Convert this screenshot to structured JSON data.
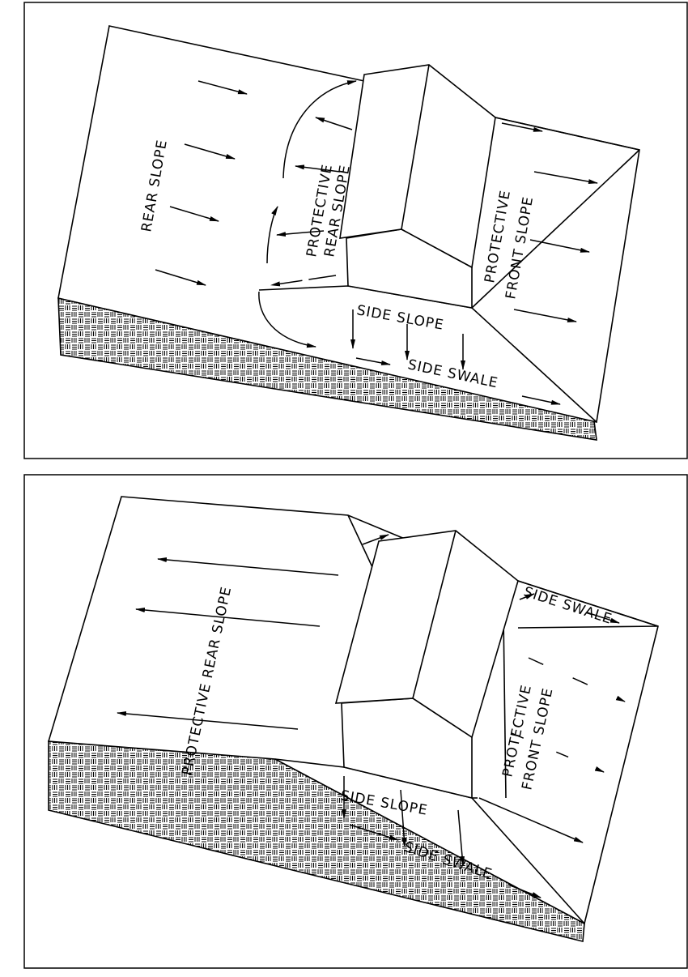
{
  "figure_top": {
    "labels": {
      "rear_slope": "REAR SLOPE",
      "protective": "PROTECTIVE",
      "rear_slope_2": "REAR SLOPE",
      "protective_front": "PROTECTIVE",
      "front_slope": "FRONT SLOPE",
      "side_slope": "SIDE SLOPE",
      "side_swale": "SIDE SWALE"
    }
  },
  "figure_bottom": {
    "labels": {
      "protective_rear_slope": "PROTECTIVE REAR SLOPE",
      "side_swale_top": "SIDE SWALE",
      "protective_front": "PROTECTIVE",
      "front_slope": "FRONT SLOPE",
      "side_slope": "SIDE SLOPE",
      "side_swale": "SIDE SWALE"
    }
  },
  "colors": {
    "line": "#000000",
    "background": "#ffffff"
  }
}
